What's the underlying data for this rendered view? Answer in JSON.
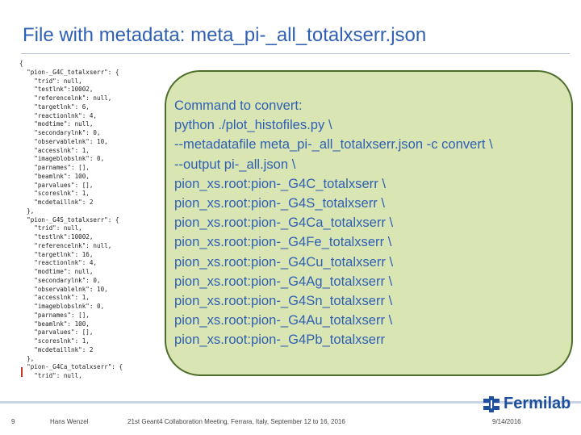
{
  "slide": {
    "title": "File with metadata: meta_pi-_all_totalxserr.json",
    "code_lines": [
      "{",
      "  \"pion-_G4C_totalxserr\": {",
      "    \"trid\": null,",
      "    \"testlnk\":10002,",
      "    \"referencelnk\": null,",
      "    \"targetlnk\": 6,",
      "    \"reactionlnk\": 4,",
      "    \"modtime\": null,",
      "    \"secondarylnk\": 0,",
      "    \"observablelnk\": 10,",
      "    \"accesslnk\": 1,",
      "    \"imageblobslnk\": 0,",
      "    \"parnames\": [],",
      "    \"beamlnk\": 100,",
      "    \"parvalues\": [],",
      "    \"scoreslnk\": 1,",
      "    \"mcdetaillnk\": 2",
      "  },",
      "  \"pion-_G4S_totalxserr\": {",
      "    \"trid\": null,",
      "    \"testlnk\":10002,",
      "    \"referencelnk\": null,",
      "    \"targetlnk\": 16,",
      "    \"reactionlnk\": 4,",
      "    \"modtime\": null,",
      "    \"secondarylnk\": 0,",
      "    \"observablelnk\": 10,",
      "    \"accesslnk\": 1,",
      "    \"imageblobslnk\": 0,",
      "    \"parnames\": [],",
      "    \"beamlnk\": 100,",
      "    \"parvalues\": [],",
      "    \"scoreslnk\": 1,",
      "    \"mcdetaillnk\": 2",
      "  },",
      "  \"pion-_G4Ca_totalxserr\": {",
      "    \"trid\": null,"
    ],
    "callout_lines": [
      "Command to convert:",
      "python  ./plot_histofiles.py \\",
      "--metadatafile meta_pi-_all_totalxserr.json -c convert  \\",
      "--output pi-_all.json \\",
      "pion_xs.root:pion-_G4C_totalxserr  \\",
      "pion_xs.root:pion-_G4S_totalxserr \\",
      "pion_xs.root:pion-_G4Ca_totalxserr \\",
      "pion_xs.root:pion-_G4Fe_totalxserr \\",
      "pion_xs.root:pion-_G4Cu_totalxserr \\",
      "pion_xs.root:pion-_G4Ag_totalxserr \\",
      "pion_xs.root:pion-_G4Sn_totalxserr \\",
      "pion_xs.root:pion-_G4Au_totalxserr \\",
      "pion_xs.root:pion-_G4Pb_totalxserr"
    ]
  },
  "footer": {
    "page_number": "9",
    "author": "Hans Wenzel",
    "meeting": "21st Geant4 Collaboration Meeting, Ferrara, Italy, September 12 to 16, 2016",
    "date": "9/14/2016"
  },
  "logo": {
    "text": "Fermilab",
    "icon": "fermilab-logo-icon",
    "color": "#1d4f9c"
  },
  "colors": {
    "title": "#2f5fb3",
    "callout_fill": "#d9e6b4",
    "callout_border": "#4d6e2a",
    "callout_text": "#2f5fb3"
  }
}
